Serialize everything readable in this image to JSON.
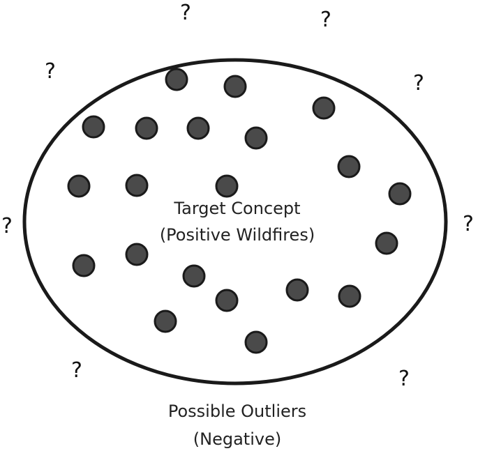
{
  "diagram": {
    "inner_label": {
      "line1": "Target Concept",
      "line2": "(Positive Wildfires)"
    },
    "outer_label": {
      "line1": "Possible Outliers",
      "line2": "(Negative)"
    },
    "question_mark": "?",
    "colors": {
      "dot_fill": "#4a4a4a",
      "dot_stroke": "#1a1a1a",
      "ellipse_stroke": "#1a1a1a"
    }
  }
}
